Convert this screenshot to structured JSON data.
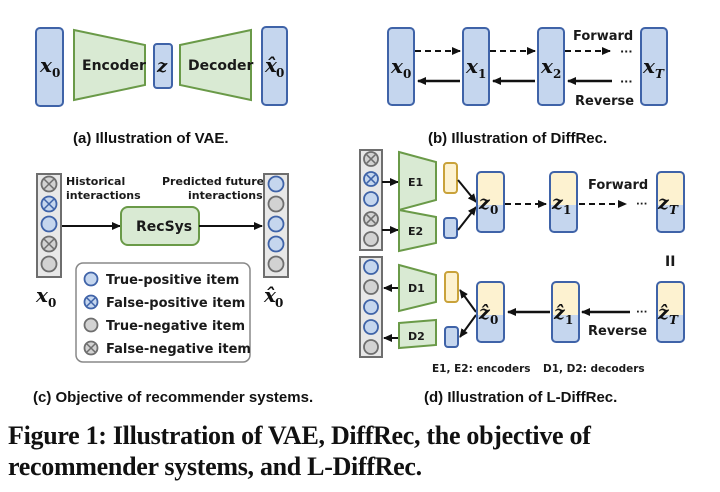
{
  "panel_a": {
    "caption": "(a) Illustration of VAE.",
    "input": "x",
    "input_sub": "0",
    "encoder": "Encoder",
    "latent": "z",
    "decoder": "Decoder",
    "output": "x̂",
    "output_sub": "0"
  },
  "panel_b": {
    "caption": "(b) Illustration of DiffRec.",
    "states": [
      {
        "var": "x",
        "sub": "0"
      },
      {
        "var": "x",
        "sub": "1"
      },
      {
        "var": "x",
        "sub": "2"
      },
      {
        "var": "x",
        "sub": "T"
      }
    ],
    "forward_label": "Forward",
    "reverse_label": "Reverse",
    "ellipsis": "···"
  },
  "panel_c": {
    "caption": "(c) Objective of recommender systems.",
    "historical_line1": "Historical",
    "historical_line2": "interactions",
    "predicted_line1": "Predicted future",
    "predicted_line2": "interactions",
    "model": "RecSys",
    "input_label": "x",
    "input_sub": "0",
    "output_label": "x̂",
    "output_sub": "0",
    "input_items": [
      "false-negative",
      "false-positive",
      "true-positive",
      "false-negative",
      "true-negative"
    ],
    "output_items": [
      "true-positive",
      "true-negative",
      "true-positive",
      "true-positive",
      "true-negative"
    ],
    "legend": [
      {
        "type": "true-positive",
        "label": "True-positive item"
      },
      {
        "type": "false-positive",
        "label": "False-positive item"
      },
      {
        "type": "true-negative",
        "label": "True-negative item"
      },
      {
        "type": "false-negative",
        "label": "False-negative item"
      }
    ]
  },
  "panel_d": {
    "caption": "(d) Illustration of L-DiffRec.",
    "encoders": [
      "E1",
      "E2"
    ],
    "decoders": [
      "D1",
      "D2"
    ],
    "forward_states": [
      {
        "var": "z",
        "sub": "0"
      },
      {
        "var": "z",
        "sub": "1"
      },
      {
        "var": "z",
        "sub": "T"
      }
    ],
    "reverse_states": [
      {
        "var": "ẑ",
        "sub": "0"
      },
      {
        "var": "ẑ",
        "sub": "1"
      },
      {
        "var": "ẑ",
        "sub": "T"
      }
    ],
    "forward_label": "Forward",
    "reverse_label": "Reverse",
    "equals": "II",
    "ellipsis": "···",
    "input_items": [
      "false-negative",
      "false-positive",
      "true-positive",
      "false-negative",
      "true-negative"
    ],
    "output_items": [
      "true-positive",
      "true-negative",
      "true-positive",
      "true-positive",
      "true-negative"
    ],
    "note_encoders": "E1, E2: encoders",
    "note_decoders": "D1, D2: decoders"
  },
  "figure_caption": "Figure 1: Illustration of VAE, DiffRec, the objective of recommender systems, and L-DiffRec.",
  "colors": {
    "blue_fill": "#c5d6ee",
    "blue_stroke": "#3f63a8",
    "green_fill": "#d9ead3",
    "green_stroke": "#6a9a48",
    "yellow_fill": "#fdf2d0",
    "yellow_stroke": "#c9a23a",
    "gray_fill": "#d2d2d2",
    "gray_stroke": "#6e6e6e"
  }
}
